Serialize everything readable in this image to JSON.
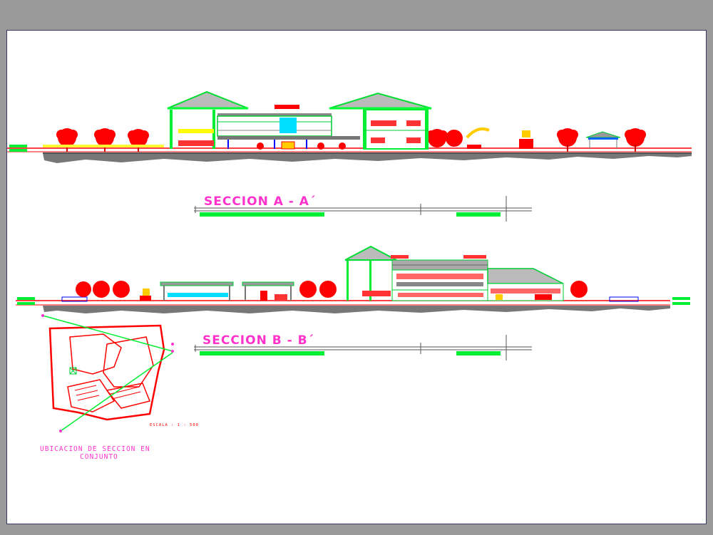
{
  "sections": [
    {
      "id": "A",
      "title": "SECCION A - A´"
    },
    {
      "id": "B",
      "title": "SECCION B - B´"
    }
  ],
  "location_plan": {
    "caption_line1": "UBICACION DE SECCION EN",
    "caption_line2": "CONJUNTO",
    "scale": "ESCALA : 1 : 500"
  },
  "colors": {
    "background": "#9a9a9a",
    "sheet": "#ffffff",
    "ground": "#ff0000",
    "trees": "#ff0000",
    "roof": "#00cc33",
    "structure": "#00ff33",
    "labels": "#ff33cc",
    "accent_blue": "#0000ff",
    "accent_yellow": "#ffff00"
  }
}
